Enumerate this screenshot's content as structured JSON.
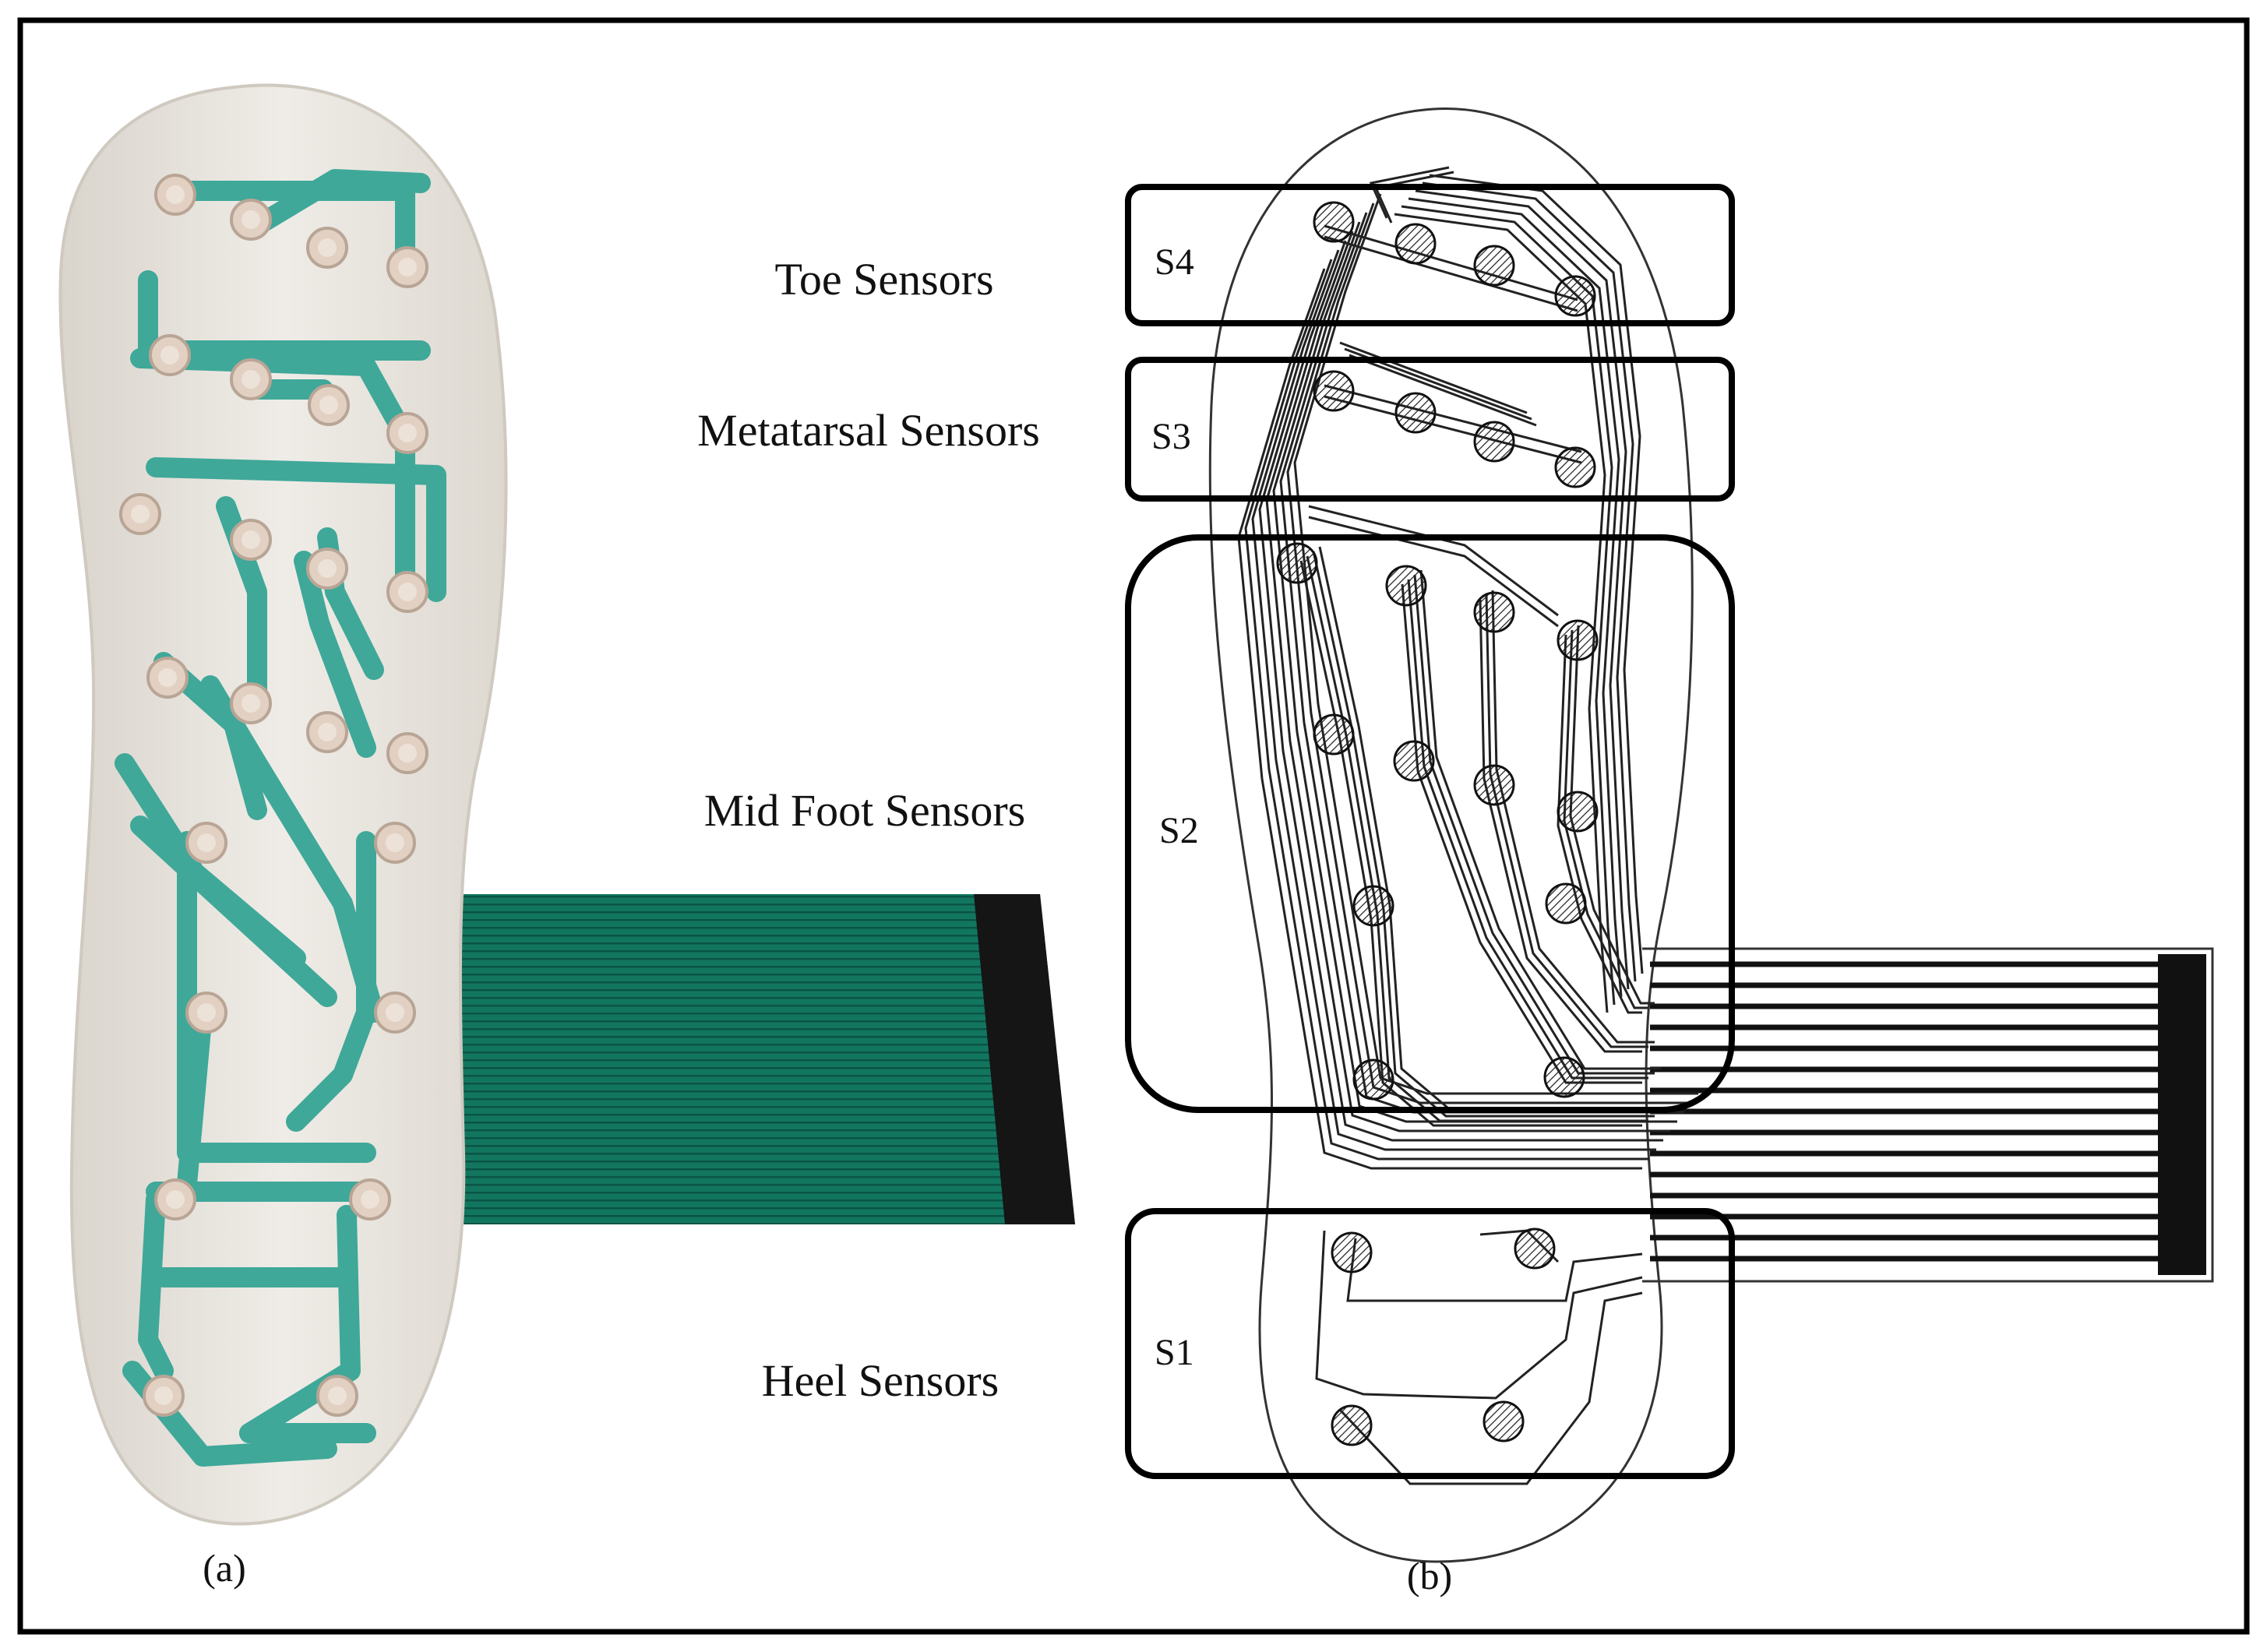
{
  "panel_a": {
    "caption": "(a)"
  },
  "panel_b": {
    "caption": "(b)"
  },
  "regions": [
    {
      "code": "S4",
      "name": "Toe Sensors"
    },
    {
      "code": "S3",
      "name": "Metatarsal Sensors"
    },
    {
      "code": "S2",
      "name": "Mid Foot Sensors"
    },
    {
      "code": "S1",
      "name": "Heel Sensors"
    }
  ],
  "colors": {
    "insole": "#e9e5df",
    "trace": "#3fa899",
    "cable": "#12765f",
    "cable_tip": "#151515",
    "line": "#111111",
    "frame": "#000000"
  }
}
